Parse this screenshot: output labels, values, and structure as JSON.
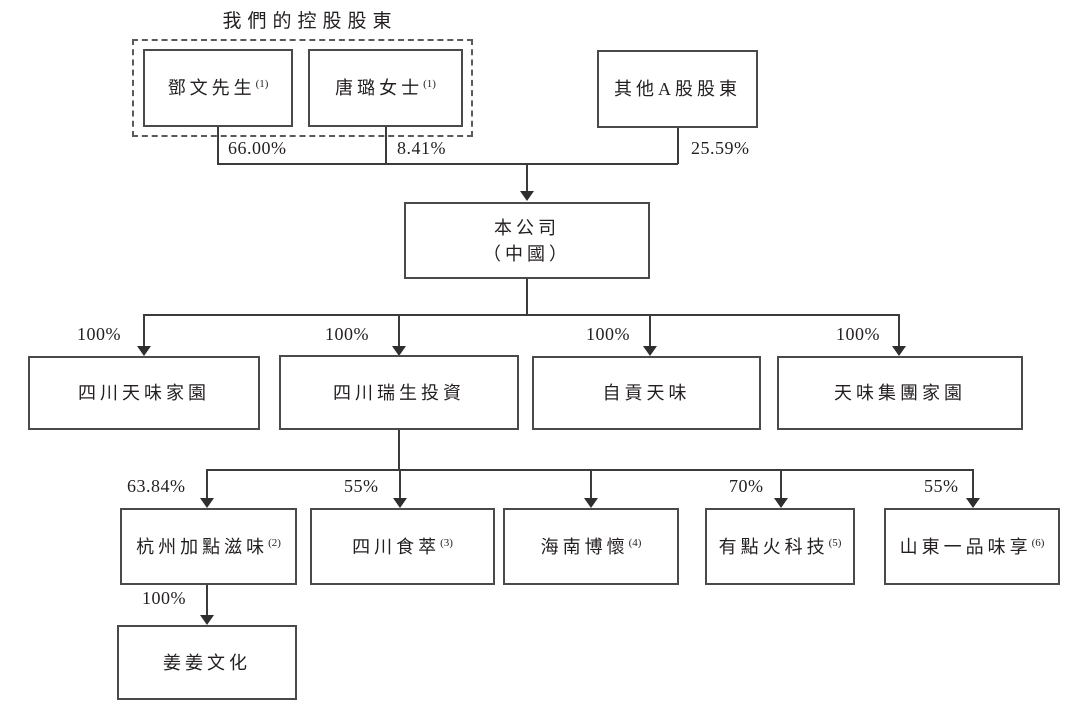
{
  "title": "我們的控股股東",
  "nodes": {
    "deng_wen": {
      "label": "鄧文先生",
      "note": "(1)"
    },
    "tang_lu": {
      "label": "唐璐女士",
      "note": "(1)"
    },
    "other_a": {
      "label": "其他A股股東"
    },
    "company": {
      "label": "本公司",
      "sublabel": "（中國）"
    },
    "sichuan_tianwei_jiayuan": {
      "label": "四川天味家園"
    },
    "sichuan_ruisheng": {
      "label": "四川瑞生投資"
    },
    "zigong_tianwei": {
      "label": "自貢天味"
    },
    "tianwei_jituan_jiayuan": {
      "label": "天味集團家園"
    },
    "hangzhou_jiadian": {
      "label": "杭州加點滋味",
      "note": "(2)"
    },
    "sichuan_shicui": {
      "label": "四川食萃",
      "note": "(3)"
    },
    "hainan_bohuai": {
      "label": "海南博懷",
      "note": "(4)"
    },
    "youdianhuo": {
      "label": "有點火科技",
      "note": "(5)"
    },
    "shandong_yipin": {
      "label": "山東一品味享",
      "note": "(6)"
    },
    "jiangjiang": {
      "label": "姜姜文化"
    }
  },
  "edges": {
    "deng_to_company": "66.00%",
    "tang_to_company": "8.41%",
    "other_a_to_company": "25.59%",
    "company_to_sichuan_tianwei_jiayuan": "100%",
    "company_to_sichuan_ruisheng": "100%",
    "company_to_zigong_tianwei": "100%",
    "company_to_tianwei_jituan_jiayuan": "100%",
    "ruisheng_to_hangzhou_jiadian": "63.84%",
    "ruisheng_to_sichuan_shicui": "55%",
    "ruisheng_to_youdianhuo": "70%",
    "ruisheng_to_shandong_yipin": "55%",
    "hangzhou_to_jiangjiang": "100%"
  },
  "colors": {
    "line": "#3b3b3b",
    "box_border": "#4a4a4a",
    "text": "#231f20",
    "background": "#ffffff"
  }
}
